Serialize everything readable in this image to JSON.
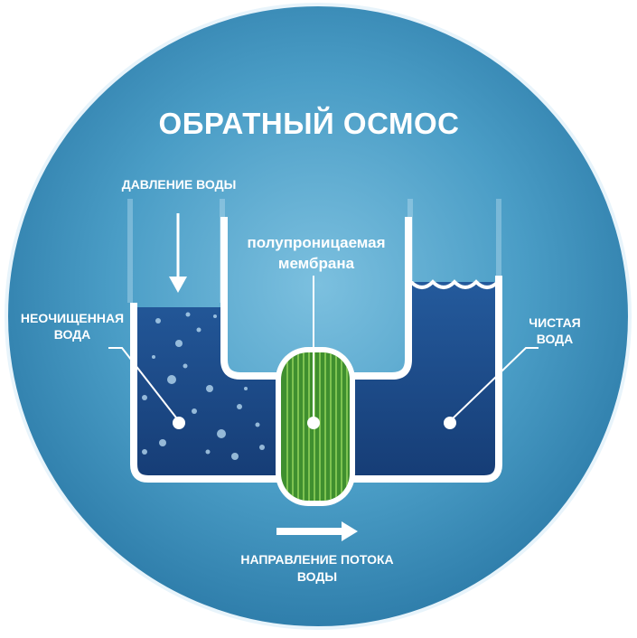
{
  "title": "ОБРАТНЫЙ ОСМОС",
  "labels": {
    "pressure": "ДАВЛЕНИЕ ВОДЫ",
    "membrane_line1": "полупроницаемая",
    "membrane_line2": "мембрана",
    "unclean_line1": "НЕОЧИЩЕННАЯ",
    "unclean_line2": "ВОДА",
    "clean_line1": "ЧИСТАЯ",
    "clean_line2": "ВОДА",
    "flow_line1": "НАПРАВЛЕНИЕ ПОТОКА",
    "flow_line2": "ВОДЫ"
  },
  "colors": {
    "circle_light": "#8dcbe6",
    "circle_mid": "#4a9dc6",
    "circle_dark": "#2f7eab",
    "water": "#1f4f8f",
    "water_deep": "#173f78",
    "membrane": "#3f8f2f",
    "membrane_stripe": "#8fd05a",
    "wall": "#ffffff"
  }
}
